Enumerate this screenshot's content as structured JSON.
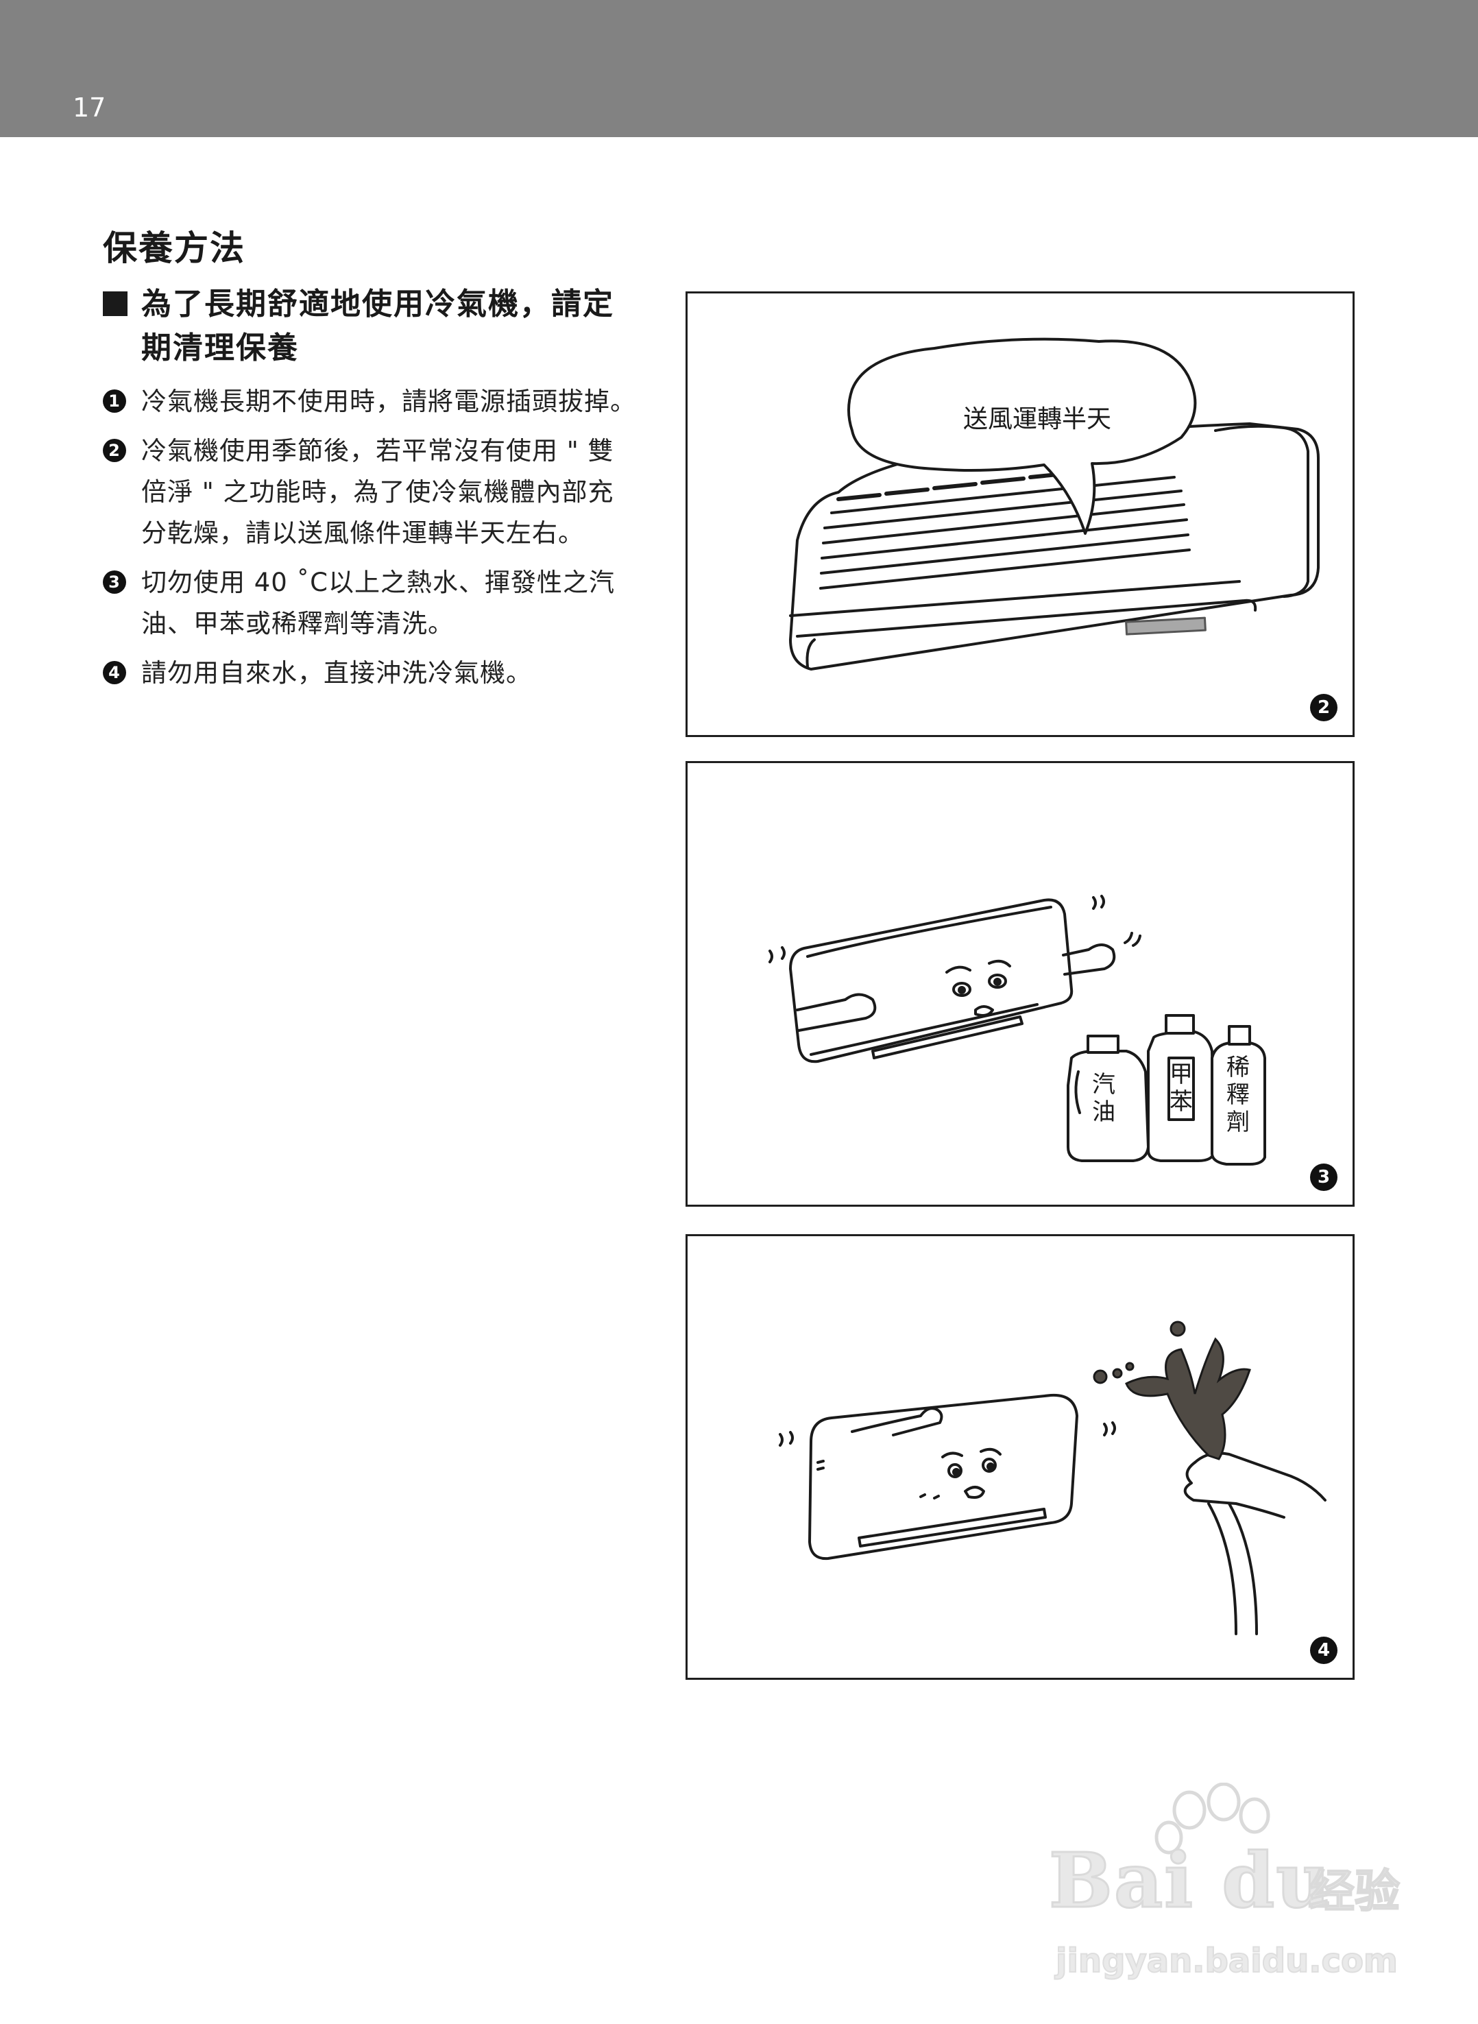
{
  "header": {
    "page_number": "17"
  },
  "title": "保養方法",
  "heading": "為了長期舒適地使用冷氣機，請定期清理保養",
  "items": [
    {
      "marker": "1",
      "text": "冷氣機長期不使用時，請將電源插頭拔掉。"
    },
    {
      "marker": "2",
      "text": "冷氣機使用季節後，若平常沒有使用 \" 雙倍淨 \" 之功能時，為了使冷氣機體內部充分乾燥，請以送風條件運轉半天左右。"
    },
    {
      "marker": "3",
      "text": "切勿使用 40 ˚C以上之熱水、揮發性之汽油、甲苯或稀釋劑等清洗。"
    },
    {
      "marker": "4",
      "text": "請勿用自來水，直接沖洗冷氣機。"
    }
  ],
  "figures": [
    {
      "badge": "2",
      "speech": "送風運轉半天"
    },
    {
      "badge": "3",
      "bottle_labels": [
        "汽油",
        "甲苯",
        "稀釋劑"
      ]
    },
    {
      "badge": "4"
    }
  ],
  "watermark": {
    "brand": "Bai du",
    "tag": "经验",
    "url": "jingyan.baidu.com"
  }
}
